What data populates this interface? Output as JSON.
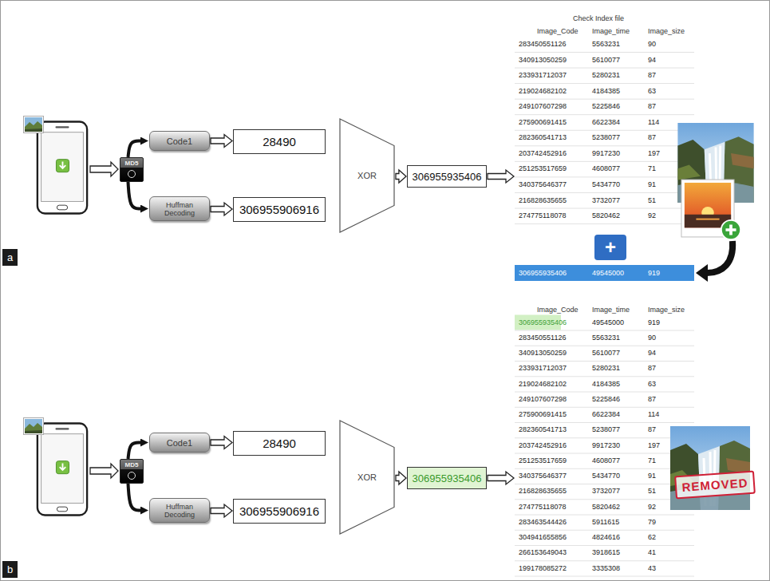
{
  "diagram": {
    "nodes": [
      {
        "text": [
          "MD5"
        ]
      },
      {
        "text": [
          "Code1"
        ]
      },
      {
        "text": [
          "Huffman Decoding"
        ]
      },
      {
        "text": [
          "28490"
        ]
      },
      {
        "text": [
          "306955906916"
        ]
      },
      {
        "text": [
          "XOR"
        ]
      },
      {
        "text": [
          "306955935406"
        ]
      },
      {
        "text": [
          "Check Index file",
          "Image_Code",
          "Image_time",
          "Image_size"
        ]
      },
      {
        "text": [
          "+"
        ]
      },
      {
        "text": [
          "306955935406",
          "49545000",
          "919"
        ]
      },
      {
        "text": [
          "MD5"
        ]
      },
      {
        "text": [
          "Code1"
        ]
      },
      {
        "text": [
          "Huffman Decoding"
        ]
      },
      {
        "text": [
          "28490"
        ]
      },
      {
        "text": [
          "306955906916"
        ]
      },
      {
        "text": [
          "XOR"
        ]
      },
      {
        "text": [
          "306955935406"
        ]
      },
      {
        "text": [
          "Image_Code",
          "Image_time",
          "Image_size"
        ]
      },
      {
        "text": [
          "REMOVED"
        ]
      }
    ],
    "edges": [
      {
        "from": 0,
        "to": 1,
        "arrow": "to"
      },
      {
        "from": 0,
        "to": 2,
        "arrow": "to"
      },
      {
        "from": 1,
        "to": 3,
        "arrow": "to"
      },
      {
        "from": 2,
        "to": 4,
        "arrow": "to"
      },
      {
        "from": 5,
        "to": 6,
        "arrow": "to"
      },
      {
        "from": 6,
        "to": 7,
        "arrow": "to"
      },
      {
        "from": 10,
        "to": 11,
        "arrow": "to"
      },
      {
        "from": 10,
        "to": 12,
        "arrow": "to"
      },
      {
        "from": 11,
        "to": 13,
        "arrow": "to"
      },
      {
        "from": 12,
        "to": 14,
        "arrow": "to"
      },
      {
        "from": 15,
        "to": 16,
        "arrow": "to"
      },
      {
        "from": 16,
        "to": 17,
        "arrow": "to"
      }
    ],
    "labels": [
      "a",
      "283450551126",
      "5563231",
      "90",
      "340913050259",
      "5610077",
      "94",
      "233931712037",
      "5280231",
      "87",
      "219024682102",
      "4184385",
      "63",
      "249107607298",
      "5225846",
      "87",
      "275900691415",
      "6622384",
      "114",
      "282360541713",
      "5238077",
      "87",
      "203742452916",
      "9917230",
      "197",
      "251253517659",
      "4608077",
      "71",
      "340375646377",
      "5434770",
      "91",
      "216828635655",
      "3732077",
      "51",
      "274775118078",
      "5820462",
      "92",
      "b",
      "306955935406",
      "49545000",
      "919",
      "283450551126",
      "5563231",
      "90",
      "340913050259",
      "5610077",
      "94",
      "233931712037",
      "5280231",
      "87",
      "219024682102",
      "4184385",
      "63",
      "249107607298",
      "5225846",
      "87",
      "275900691415",
      "6622384",
      "114",
      "282360541713",
      "5238077",
      "87",
      "203742452916",
      "9917230",
      "197",
      "251253517659",
      "4608077",
      "71",
      "340375646377",
      "5434770",
      "91",
      "216828635655",
      "3732077",
      "51",
      "274775118078",
      "5820462",
      "92",
      "283463544426",
      "5911615",
      "79",
      "304941655856",
      "4824616",
      "62",
      "266153649043",
      "3918615",
      "41",
      "199178085272",
      "3335308",
      "43"
    ]
  }
}
